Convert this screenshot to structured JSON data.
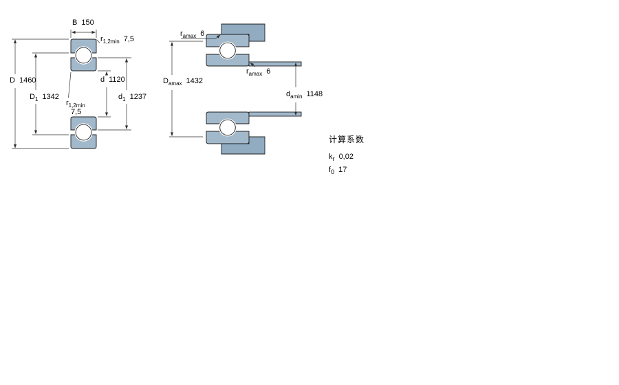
{
  "colors": {
    "ring_fill": "#a2b8cb",
    "shoulder_fill": "#91abc1",
    "ball_fill": "#ffffff",
    "background": "#ffffff",
    "line": "#1c1c1c",
    "dimension_line": "#2e2e2e",
    "text": "#000000"
  },
  "left_drawing": {
    "dims": {
      "B": {
        "sym": "B",
        "value": "150"
      },
      "r12_top": {
        "sym": "r",
        "sub": "1,2min",
        "value": "7,5"
      },
      "D": {
        "sym": "D",
        "value": "1460"
      },
      "D1": {
        "sym": "D",
        "sub": "1",
        "value": "1342"
      },
      "d": {
        "sym": "d",
        "value": "1120"
      },
      "d1": {
        "sym": "d",
        "sub": "1",
        "value": "1237"
      },
      "r12_mid": {
        "sym": "r",
        "sub": "1,2min",
        "value": "7,5"
      }
    }
  },
  "right_drawing": {
    "dims": {
      "ra_top": {
        "sym": "r",
        "sub": "amax",
        "value": "6"
      },
      "Da": {
        "sym": "D",
        "sub": "amax",
        "value": "1432"
      },
      "ra_mid": {
        "sym": "r",
        "sub": "amax",
        "value": "6"
      },
      "da": {
        "sym": "d",
        "sub": "amin",
        "value": "1148"
      }
    }
  },
  "calculation_factors": {
    "title": "计算系数",
    "rows": [
      {
        "sym": "k",
        "sub": "r",
        "value": "0,02"
      },
      {
        "sym": "f",
        "sub": "0",
        "value": "17"
      }
    ]
  }
}
